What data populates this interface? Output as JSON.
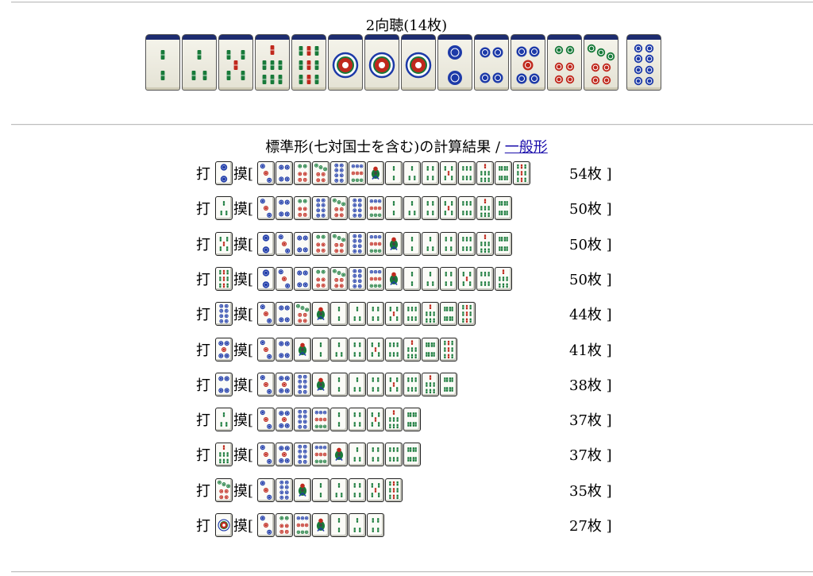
{
  "header": {
    "title": "2向聴(14枚)"
  },
  "hand": [
    "2s",
    "3s",
    "5s",
    "7s",
    "9s",
    "1p",
    "1p",
    "1p",
    "2p",
    "4p",
    "5p",
    "6p",
    "7p",
    "8p"
  ],
  "result": {
    "title": "標準形(七対国士を含む)の計算結果 / ",
    "link_label": "一般形",
    "discard_prefix": "打",
    "draw_prefix": "摸[",
    "suffix": "枚 ]",
    "rows": [
      {
        "discard": "2p",
        "draws": [
          "3p",
          "4p",
          "6p",
          "7p",
          "8p",
          "9p",
          "1s",
          "2s",
          "3s",
          "4s",
          "5s",
          "6s",
          "7s",
          "8s",
          "9s"
        ],
        "count": "54"
      },
      {
        "discard": "3s",
        "draws": [
          "3p",
          "4p",
          "6p",
          "8p",
          "7p",
          "8p",
          "9p",
          "2s",
          "3s",
          "4s",
          "5s",
          "6s",
          "7s",
          "8s"
        ],
        "count": "50"
      },
      {
        "discard": "5s",
        "draws": [
          "2p",
          "3p",
          "4p",
          "6p",
          "7p",
          "8p",
          "9p",
          "1s",
          "2s",
          "3s",
          "4s",
          "6s",
          "7s",
          "8s"
        ],
        "count": "50"
      },
      {
        "discard": "9s",
        "draws": [
          "2p",
          "3p",
          "4p",
          "6p",
          "7p",
          "8p",
          "9p",
          "1s",
          "2s",
          "3s",
          "4s",
          "5s",
          "6s",
          "7s"
        ],
        "count": "50"
      },
      {
        "discard": "8p",
        "draws": [
          "3p",
          "4p",
          "7p",
          "1s",
          "2s",
          "3s",
          "4s",
          "5s",
          "6s",
          "7s",
          "8s",
          "9s"
        ],
        "count": "44"
      },
      {
        "discard": "5p",
        "draws": [
          "3p",
          "4p",
          "1s",
          "2s",
          "3s",
          "4s",
          "5s",
          "6s",
          "7s",
          "8s",
          "9s"
        ],
        "count": "41"
      },
      {
        "discard": "4p",
        "draws": [
          "3p",
          "5p",
          "8p",
          "1s",
          "2s",
          "3s",
          "4s",
          "5s",
          "6s",
          "7s",
          "8s"
        ],
        "count": "38"
      },
      {
        "discard": "3s",
        "draws": [
          "3p",
          "5p",
          "8p",
          "9p",
          "2s",
          "4s",
          "5s",
          "7s",
          "8s"
        ],
        "count": "37"
      },
      {
        "discard": "7s",
        "draws": [
          "3p",
          "5p",
          "8p",
          "9p",
          "1s",
          "3s",
          "4s",
          "6s",
          "8s"
        ],
        "count": "37"
      },
      {
        "discard": "7p",
        "draws": [
          "3p",
          "8p",
          "1s",
          "2s",
          "3s",
          "4s",
          "5s",
          "9s"
        ],
        "count": "35"
      },
      {
        "discard": "1p",
        "draws": [
          "3p",
          "6p",
          "9p",
          "1s",
          "2s",
          "3s",
          "4s"
        ],
        "count": "27"
      }
    ]
  }
}
